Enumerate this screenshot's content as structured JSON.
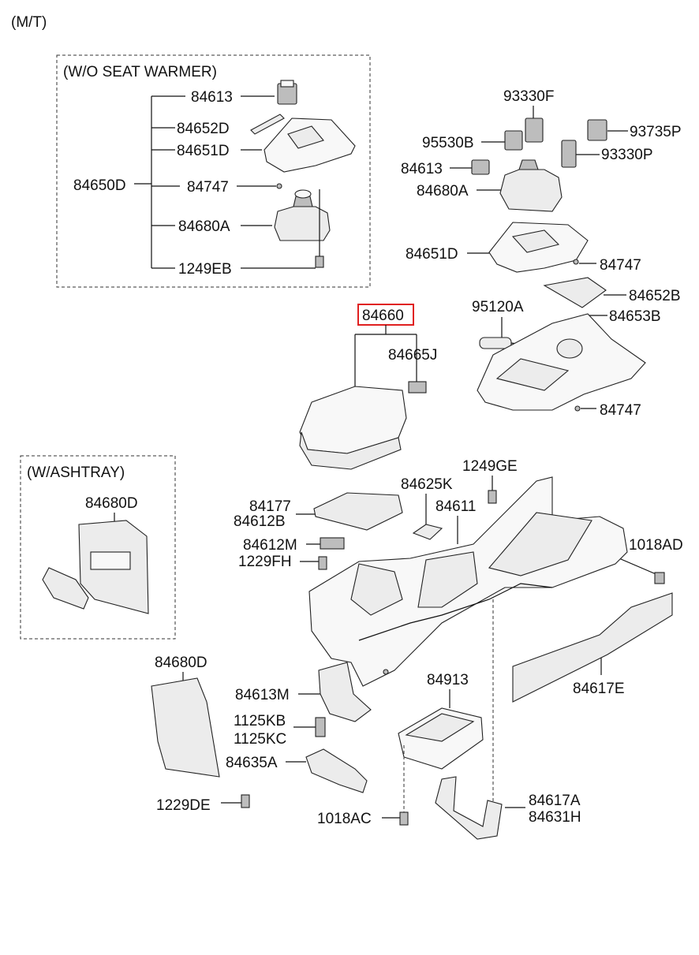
{
  "header": {
    "variant": "(M/T)"
  },
  "boxes": {
    "seat_warmer_title": "(W/O SEAT WARMER)",
    "ashtray_title": "(W/ASHTRAY)"
  },
  "labels": {
    "sw_84613": "84613",
    "sw_84652D": "84652D",
    "sw_84651D": "84651D",
    "sw_84650D": "84650D",
    "sw_84747": "84747",
    "sw_84680A": "84680A",
    "sw_1249EB": "1249EB",
    "t_93330F": "93330F",
    "t_95530B": "95530B",
    "t_93735P": "93735P",
    "t_93330P": "93330P",
    "t_84613": "84613",
    "t_84680A": "84680A",
    "t_84651D": "84651D",
    "t_84747a": "84747",
    "t_84652B": "84652B",
    "t_95120A": "95120A",
    "t_84653B": "84653B",
    "t_84747b": "84747",
    "c_84660": "84660",
    "c_84665J": "84665J",
    "a_84680D": "84680D",
    "m_84177": "84177",
    "m_84612B": "84612B",
    "m_84625K": "84625K",
    "m_1249GE": "1249GE",
    "m_84611": "84611",
    "m_84612M": "84612M",
    "m_1229FH": "1229FH",
    "m_1018AD": "1018AD",
    "m_84617E": "84617E",
    "b_84680D": "84680D",
    "b_84613M": "84613M",
    "b_84913": "84913",
    "b_1125KB": "1125KB",
    "b_1125KC": "1125KC",
    "b_84635A": "84635A",
    "b_1229DE": "1229DE",
    "b_1018AC": "1018AC",
    "b_84617A": "84617A",
    "b_84631H": "84631H"
  }
}
